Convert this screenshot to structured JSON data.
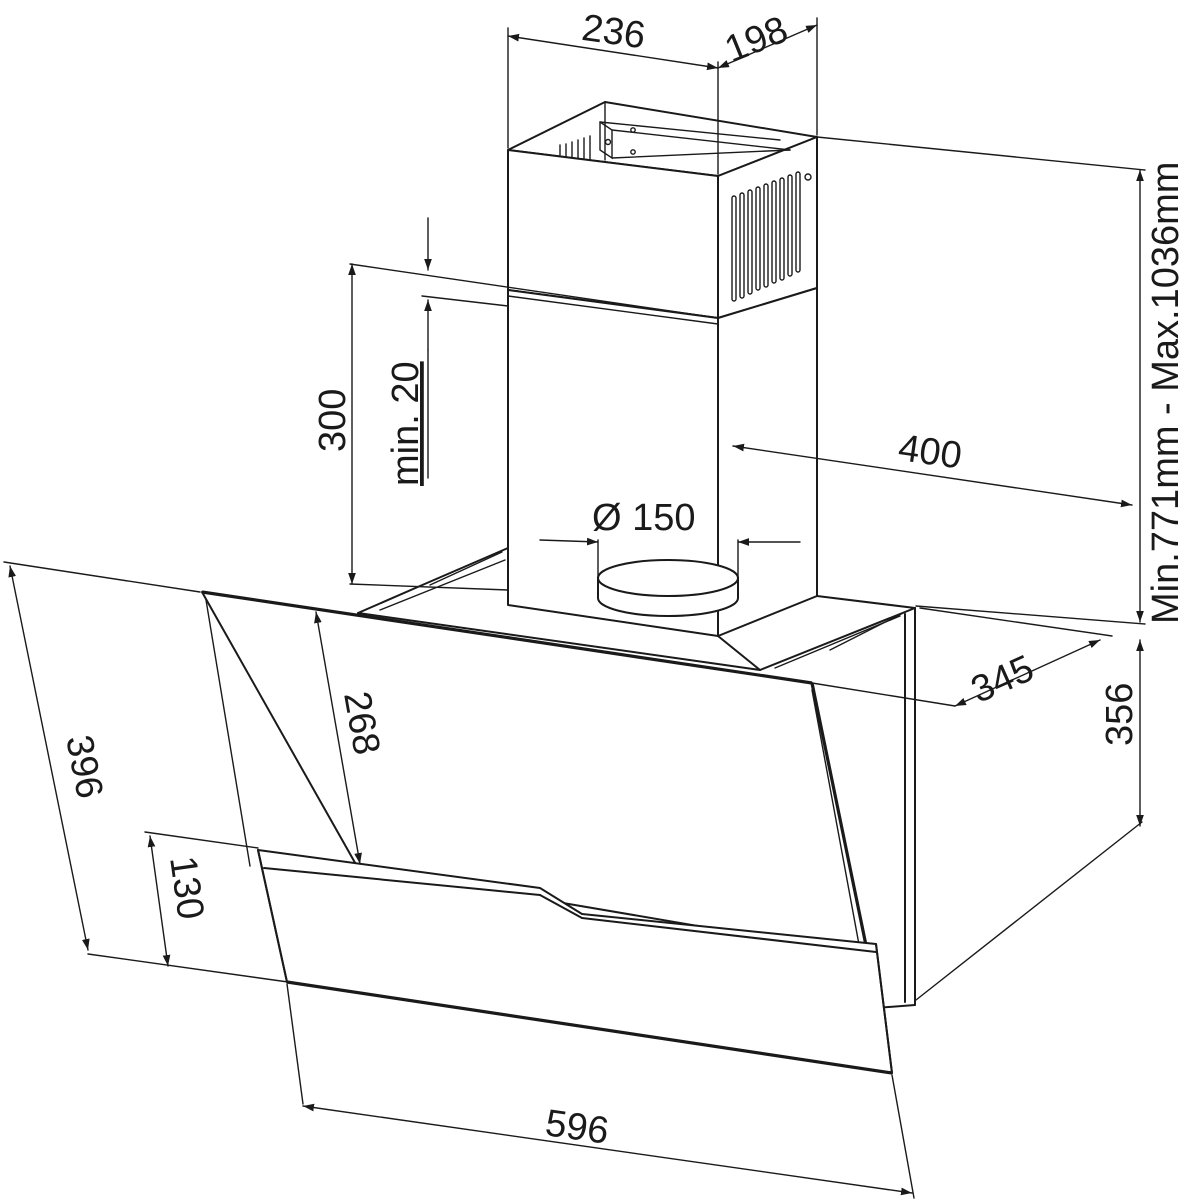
{
  "diagram": {
    "line_color": "#1a1a1a",
    "dimensions": {
      "chimney_width": "236",
      "chimney_depth": "198",
      "total_height_range": "Min.771mm - Max.1036mm",
      "chimney_lower_height": "300",
      "min_overlap": "min. 20",
      "body_width": "400",
      "duct_diameter": "Ø 150",
      "body_depth": "345",
      "body_height": "356",
      "glass_upper_height": "268",
      "glass_total_height": "396",
      "glass_lower_height": "130",
      "glass_width": "596"
    }
  }
}
